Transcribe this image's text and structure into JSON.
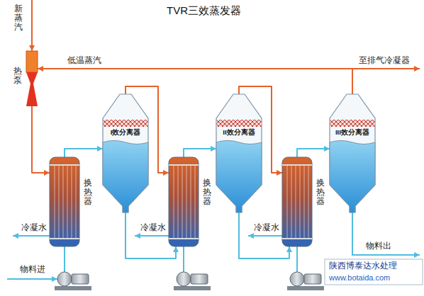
{
  "diagram": {
    "title": "TVR三效蒸发器",
    "nodes": [
      {
        "text": [
          "热泵"
        ]
      },
      {
        "text": [
          "换热器"
        ]
      },
      {
        "text": [
          "I效分离器"
        ]
      },
      {
        "text": [
          "换热器"
        ]
      },
      {
        "text": [
          "II效分离器"
        ]
      },
      {
        "text": [
          "换热器"
        ]
      },
      {
        "text": [
          "III效分离器"
        ]
      }
    ],
    "edges": [
      {
        "from": 0,
        "to": 1,
        "arrow": "to"
      },
      {
        "from": 1,
        "to": 2,
        "arrow": "to"
      },
      {
        "from": 2,
        "to": 3,
        "arrow": "to"
      },
      {
        "from": 3,
        "to": 4,
        "arrow": "to"
      },
      {
        "from": 4,
        "to": 5,
        "arrow": "to"
      },
      {
        "from": 5,
        "to": 6,
        "arrow": "to"
      },
      {
        "from": 6,
        "to": 0,
        "label": "低温蒸汽",
        "arrow": "to"
      },
      {
        "from": 2,
        "to": 3,
        "arrow": "to"
      },
      {
        "from": 4,
        "to": 5,
        "arrow": "to"
      }
    ],
    "labels": [
      "新蒸汽",
      "至排气冷凝器",
      "冷凝水",
      "冷凝水",
      "冷凝水",
      "物料进",
      "物料出",
      "陕西博泰达水处理",
      "www.botaida.com"
    ]
  }
}
